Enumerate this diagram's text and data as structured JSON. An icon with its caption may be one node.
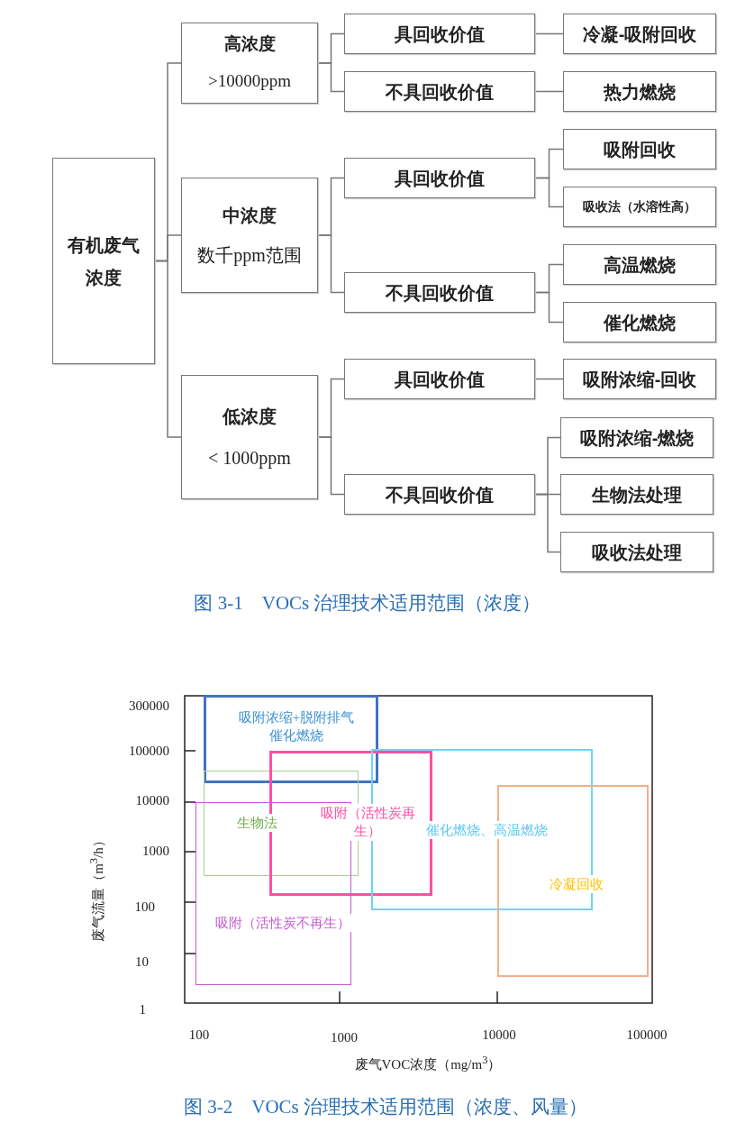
{
  "diagram": {
    "nodes": [
      {
        "text": [
          "有机废气浓度"
        ]
      },
      {
        "text": [
          "高浓度",
          ">10000ppm"
        ]
      },
      {
        "text": [
          "具回收价值"
        ]
      },
      {
        "text": [
          "冷凝-吸附回收"
        ]
      },
      {
        "text": [
          "不具回收价值"
        ]
      },
      {
        "text": [
          "热力燃烧"
        ]
      },
      {
        "text": [
          "中浓度",
          "数千ppm范围"
        ]
      },
      {
        "text": [
          "具回收价值"
        ]
      },
      {
        "text": [
          "吸附回收"
        ]
      },
      {
        "text": [
          "吸收法（水溶性高）"
        ]
      },
      {
        "text": [
          "不具回收价值"
        ]
      },
      {
        "text": [
          "高温燃烧"
        ]
      },
      {
        "text": [
          "催化燃烧"
        ]
      },
      {
        "text": [
          "低浓度",
          "< 1000ppm"
        ]
      },
      {
        "text": [
          "具回收价值"
        ]
      },
      {
        "text": [
          "吸附浓缩-回收"
        ]
      },
      {
        "text": [
          "不具回收价值"
        ]
      },
      {
        "text": [
          "吸附浓缩-燃烧"
        ]
      },
      {
        "text": [
          "生物法处理"
        ]
      },
      {
        "text": [
          "吸收法处理"
        ]
      },
      {
        "text": [
          "吸附浓缩+脱附排气催化燃烧"
        ]
      },
      {
        "text": [
          "生物法"
        ]
      },
      {
        "text": [
          "吸附（活性炭再生）"
        ]
      },
      {
        "text": [
          "催化燃烧、高温燃烧"
        ]
      },
      {
        "text": [
          "冷凝回收"
        ]
      },
      {
        "text": [
          "吸附（活性炭不再生）"
        ]
      }
    ],
    "edges": [
      {
        "from": 0,
        "to": 1,
        "arrow": "none"
      },
      {
        "from": 0,
        "to": 6,
        "arrow": "none"
      },
      {
        "from": 0,
        "to": 13,
        "arrow": "none"
      },
      {
        "from": 1,
        "to": 2,
        "arrow": "none"
      },
      {
        "from": 1,
        "to": 4,
        "arrow": "none"
      },
      {
        "from": 2,
        "to": 3,
        "arrow": "none"
      },
      {
        "from": 4,
        "to": 5,
        "arrow": "none"
      },
      {
        "from": 6,
        "to": 7,
        "arrow": "none"
      },
      {
        "from": 6,
        "to": 10,
        "arrow": "none"
      },
      {
        "from": 7,
        "to": 8,
        "arrow": "none"
      },
      {
        "from": 7,
        "to": 9,
        "arrow": "none"
      },
      {
        "from": 10,
        "to": 11,
        "arrow": "none"
      },
      {
        "from": 10,
        "to": 12,
        "arrow": "none"
      },
      {
        "from": 13,
        "to": 14,
        "arrow": "none"
      },
      {
        "from": 13,
        "to": 16,
        "arrow": "none"
      },
      {
        "from": 14,
        "to": 15,
        "arrow": "none"
      },
      {
        "from": 16,
        "to": 17,
        "arrow": "none"
      },
      {
        "from": 16,
        "to": 18,
        "arrow": "none"
      },
      {
        "from": 16,
        "to": 19,
        "arrow": "none"
      }
    ],
    "labels": [
      "图 3-1　VOCs 治理技术适用范围（浓度）",
      "300000",
      "100000",
      "10000",
      "1000",
      "100",
      "10",
      "1",
      "废气流量（m$^{3}$/h）",
      "100",
      "1000",
      "10000",
      "100000",
      "废气VOC浓度（mg/m$^{3}$）",
      "图 3-2　VOCs 治理技术适用范围（浓度、风量）"
    ]
  }
}
